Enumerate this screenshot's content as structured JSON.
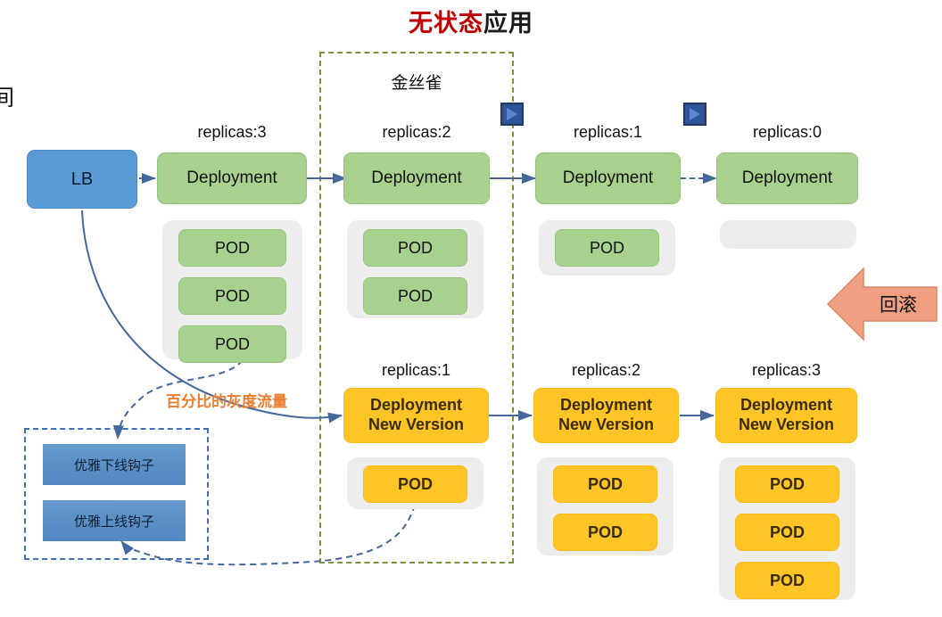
{
  "title": {
    "red_part": "无状态",
    "black_part": "应用"
  },
  "edge_char": "间",
  "canary": {
    "label": "金丝雀"
  },
  "lb": {
    "label": "LB"
  },
  "rollback": {
    "label": "回滚",
    "color": "#f0a080"
  },
  "traffic": {
    "label": "百分比的灰度流量",
    "color": "#ed7d31"
  },
  "hooks": {
    "items": [
      {
        "label": "优雅下线钩子"
      },
      {
        "label": "优雅上线钩子"
      }
    ]
  },
  "colors": {
    "green_fill": "#a9d18e",
    "orange_fill": "#ffc425",
    "blue_fill": "#5b9bd5",
    "grey_group": "#ededed",
    "arrow_blue": "#44689e",
    "canary_border": "#7a913b",
    "hooks_border": "#3f6fb5",
    "title_red": "#c00000"
  },
  "old_version": {
    "stages": [
      {
        "replicas_label": "replicas:3",
        "deploy_label": "Deployment",
        "pods": [
          "POD",
          "POD",
          "POD"
        ]
      },
      {
        "replicas_label": "replicas:2",
        "deploy_label": "Deployment",
        "pods": [
          "POD",
          "POD"
        ]
      },
      {
        "replicas_label": "replicas:1",
        "deploy_label": "Deployment",
        "pods": [
          "POD"
        ]
      },
      {
        "replicas_label": "replicas:0",
        "deploy_label": "Deployment",
        "pods": []
      }
    ]
  },
  "new_version": {
    "stages": [
      {
        "replicas_label": "replicas:1",
        "deploy_line1": "Deployment",
        "deploy_line2": "New Version",
        "pods": [
          "POD"
        ]
      },
      {
        "replicas_label": "replicas:2",
        "deploy_line1": "Deployment",
        "deploy_line2": "New Version",
        "pods": [
          "POD",
          "POD"
        ]
      },
      {
        "replicas_label": "replicas:3",
        "deploy_line1": "Deployment",
        "deploy_line2": "New Version",
        "pods": [
          "POD",
          "POD",
          "POD"
        ]
      }
    ]
  },
  "icons": {
    "play1": "play-icon",
    "play2": "play-icon"
  }
}
